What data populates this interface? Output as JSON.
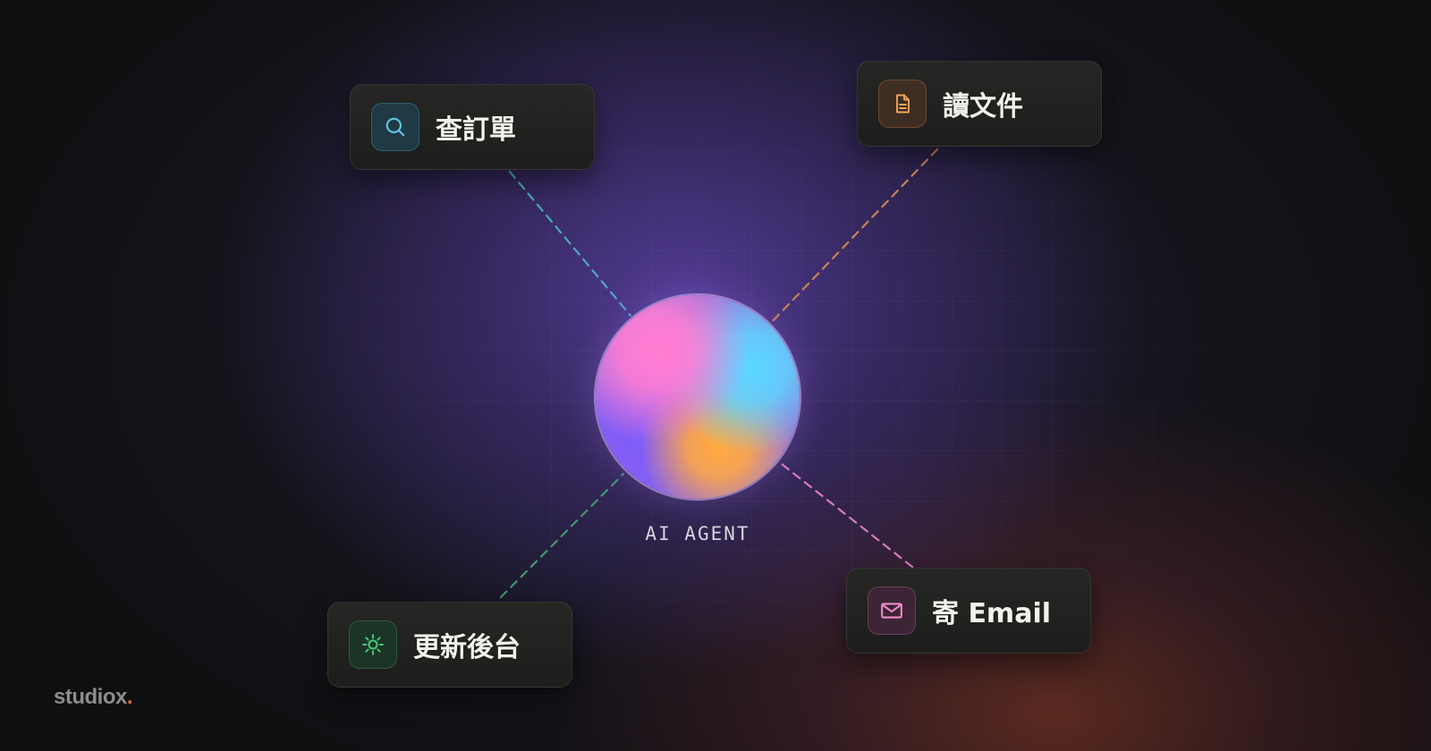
{
  "diagram": {
    "center": {
      "label": "AI AGENT"
    },
    "nodes": [
      {
        "id": "query-order",
        "label": "查訂單",
        "icon": "search-icon",
        "accent": "#5bb8d4"
      },
      {
        "id": "read-document",
        "label": "讀文件",
        "icon": "document-icon",
        "accent": "#e39a55"
      },
      {
        "id": "update-backend",
        "label": "更新後台",
        "icon": "gear-icon",
        "accent": "#3fbf74"
      },
      {
        "id": "send-email",
        "label": "寄 Email",
        "icon": "mail-icon",
        "accent": "#e97fc1"
      }
    ],
    "edge_style": "dashed"
  },
  "brand": {
    "name": "studiox",
    "dot": ".",
    "dot_color": "#e0683a"
  }
}
